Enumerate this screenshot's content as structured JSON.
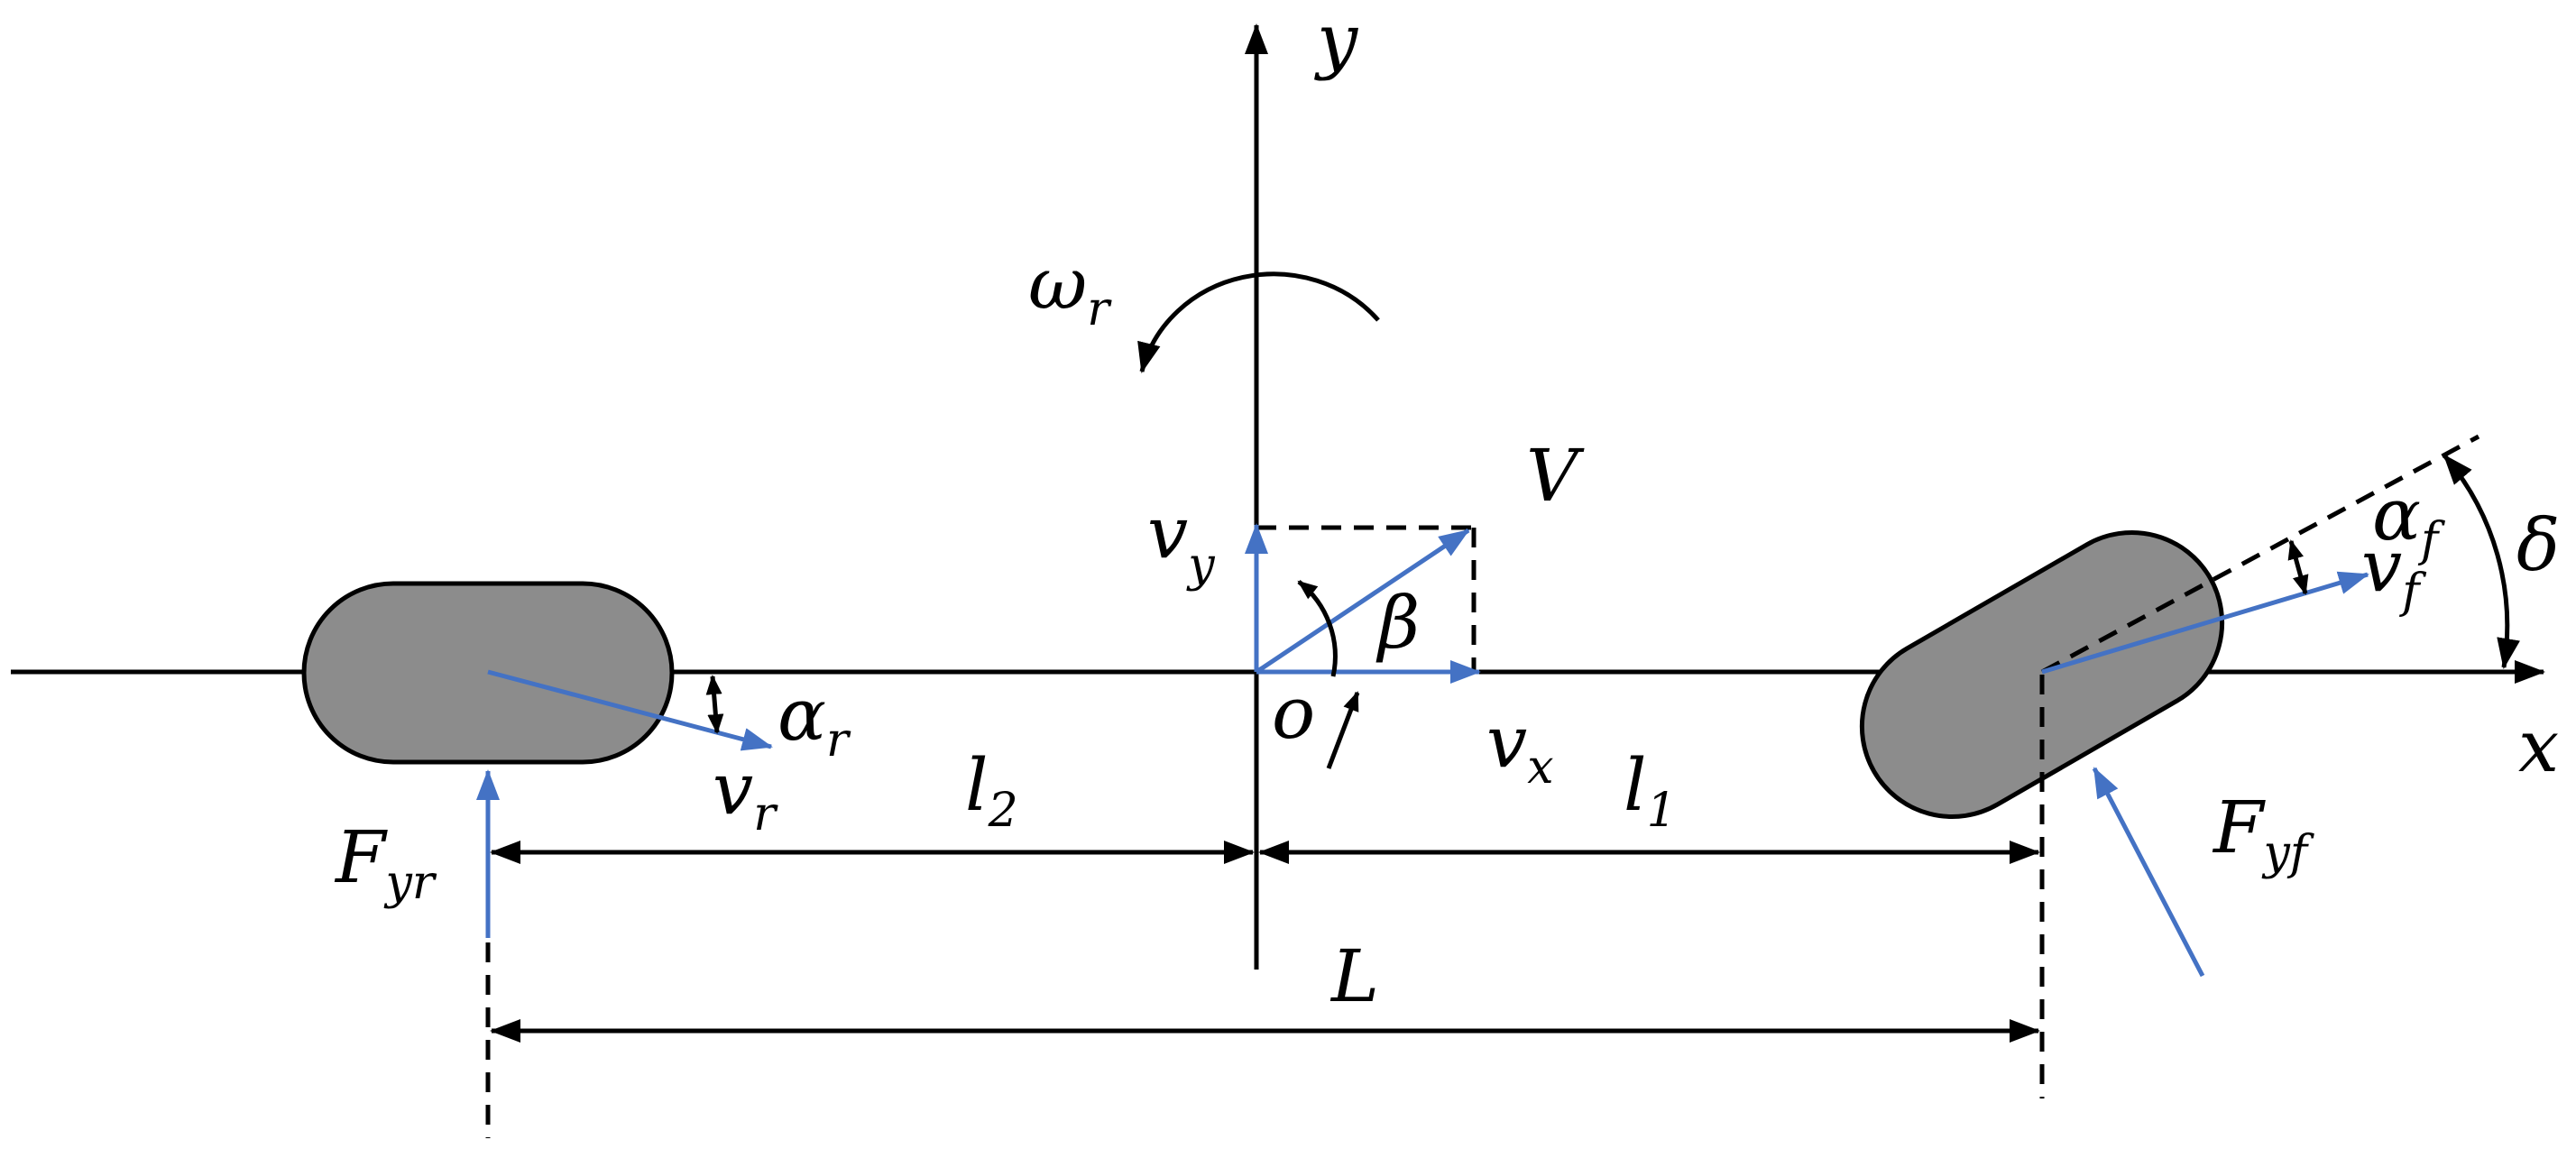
{
  "labels": {
    "y_axis": "y",
    "x_axis": "x",
    "origin": "o",
    "omega": "ω",
    "omega_sub": "r",
    "V": "V",
    "vy": "v",
    "vy_sub": "y",
    "vx": "v",
    "vx_sub": "x",
    "beta": "β",
    "alpha_r": "α",
    "alpha_r_sub": "r",
    "v_r": "v",
    "v_r_sub": "r",
    "alpha_f": "α",
    "alpha_f_sub": "f",
    "v_f": "v",
    "v_f_sub": "f",
    "delta": "δ",
    "F_yr": "F",
    "F_yr_sub": "yr",
    "F_yf": "F",
    "F_yf_sub": "yf",
    "l2": "l",
    "l2_sub": "2",
    "l1": "l",
    "l1_sub": "1",
    "L": "L"
  },
  "colors": {
    "vector_blue": "#4472C4",
    "tire_fill": "#8c8c8c",
    "line_black": "#000000"
  }
}
